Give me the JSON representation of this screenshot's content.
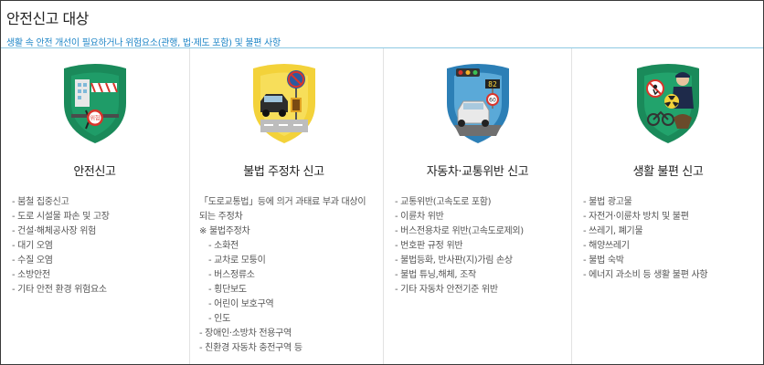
{
  "page": {
    "title": "안전신고 대상",
    "subtitle": "생활 속 안전 개선이 필요하거나 위험요소(관행, 법·제도 포함) 및 불편 사항"
  },
  "colors": {
    "accent": "#1f86c7",
    "shield_green": "#1a8a5a",
    "shield_yellow": "#f3d23a",
    "shield_blue": "#2c7fb6"
  },
  "columns": [
    {
      "icon": "shield-safety-icon",
      "title": "안전신고",
      "sign_text": "위험",
      "items": [
        "- 붐철 집중신고",
        "- 도로 시설물 파손 및 고장",
        "- 건설·해체공사장 위험",
        "- 대기 오염",
        "- 수질 오염",
        "- 소방안전",
        "- 기타 안전 환경 위험요소"
      ]
    },
    {
      "icon": "shield-parking-icon",
      "title": "불법 주정차 신고",
      "items": [
        "「도로교통법」등에 의거 과태료 부과 대상이 되는 주정차",
        "※ 불법주정차",
        "- 소화전",
        "- 교차로 모퉁이",
        "- 버스정류소",
        "- 횡단보도",
        "- 어린이 보호구역",
        "- 인도",
        "- 장애인·소방차 전용구역",
        "- 친환경 자동차 충전구역 등"
      ]
    },
    {
      "icon": "shield-traffic-icon",
      "title": "자동차·교통위반 신고",
      "speed_display": "82",
      "speed_sign": "60",
      "items": [
        "- 교통위반(고속도로 포함)",
        "- 이륜차 위반",
        "- 버스전용차로 위반(고속도로제외)",
        "- 번호판 규정 위반",
        "- 불법등화, 반사판(지)가림 손상",
        "- 불법 튜닝,해체, 조작",
        "- 기타 자동차 안전기준 위반"
      ]
    },
    {
      "icon": "shield-inconvenience-icon",
      "title": "생활 불편 신고",
      "items": [
        "- 불법 광고물",
        "- 자전거·이륜차 방치 및 불편",
        "- 쓰레기, 폐기물",
        "- 해양쓰레기",
        "- 불법 숙박",
        "- 에너지 과소비 등 생활 불편 사항"
      ]
    }
  ]
}
